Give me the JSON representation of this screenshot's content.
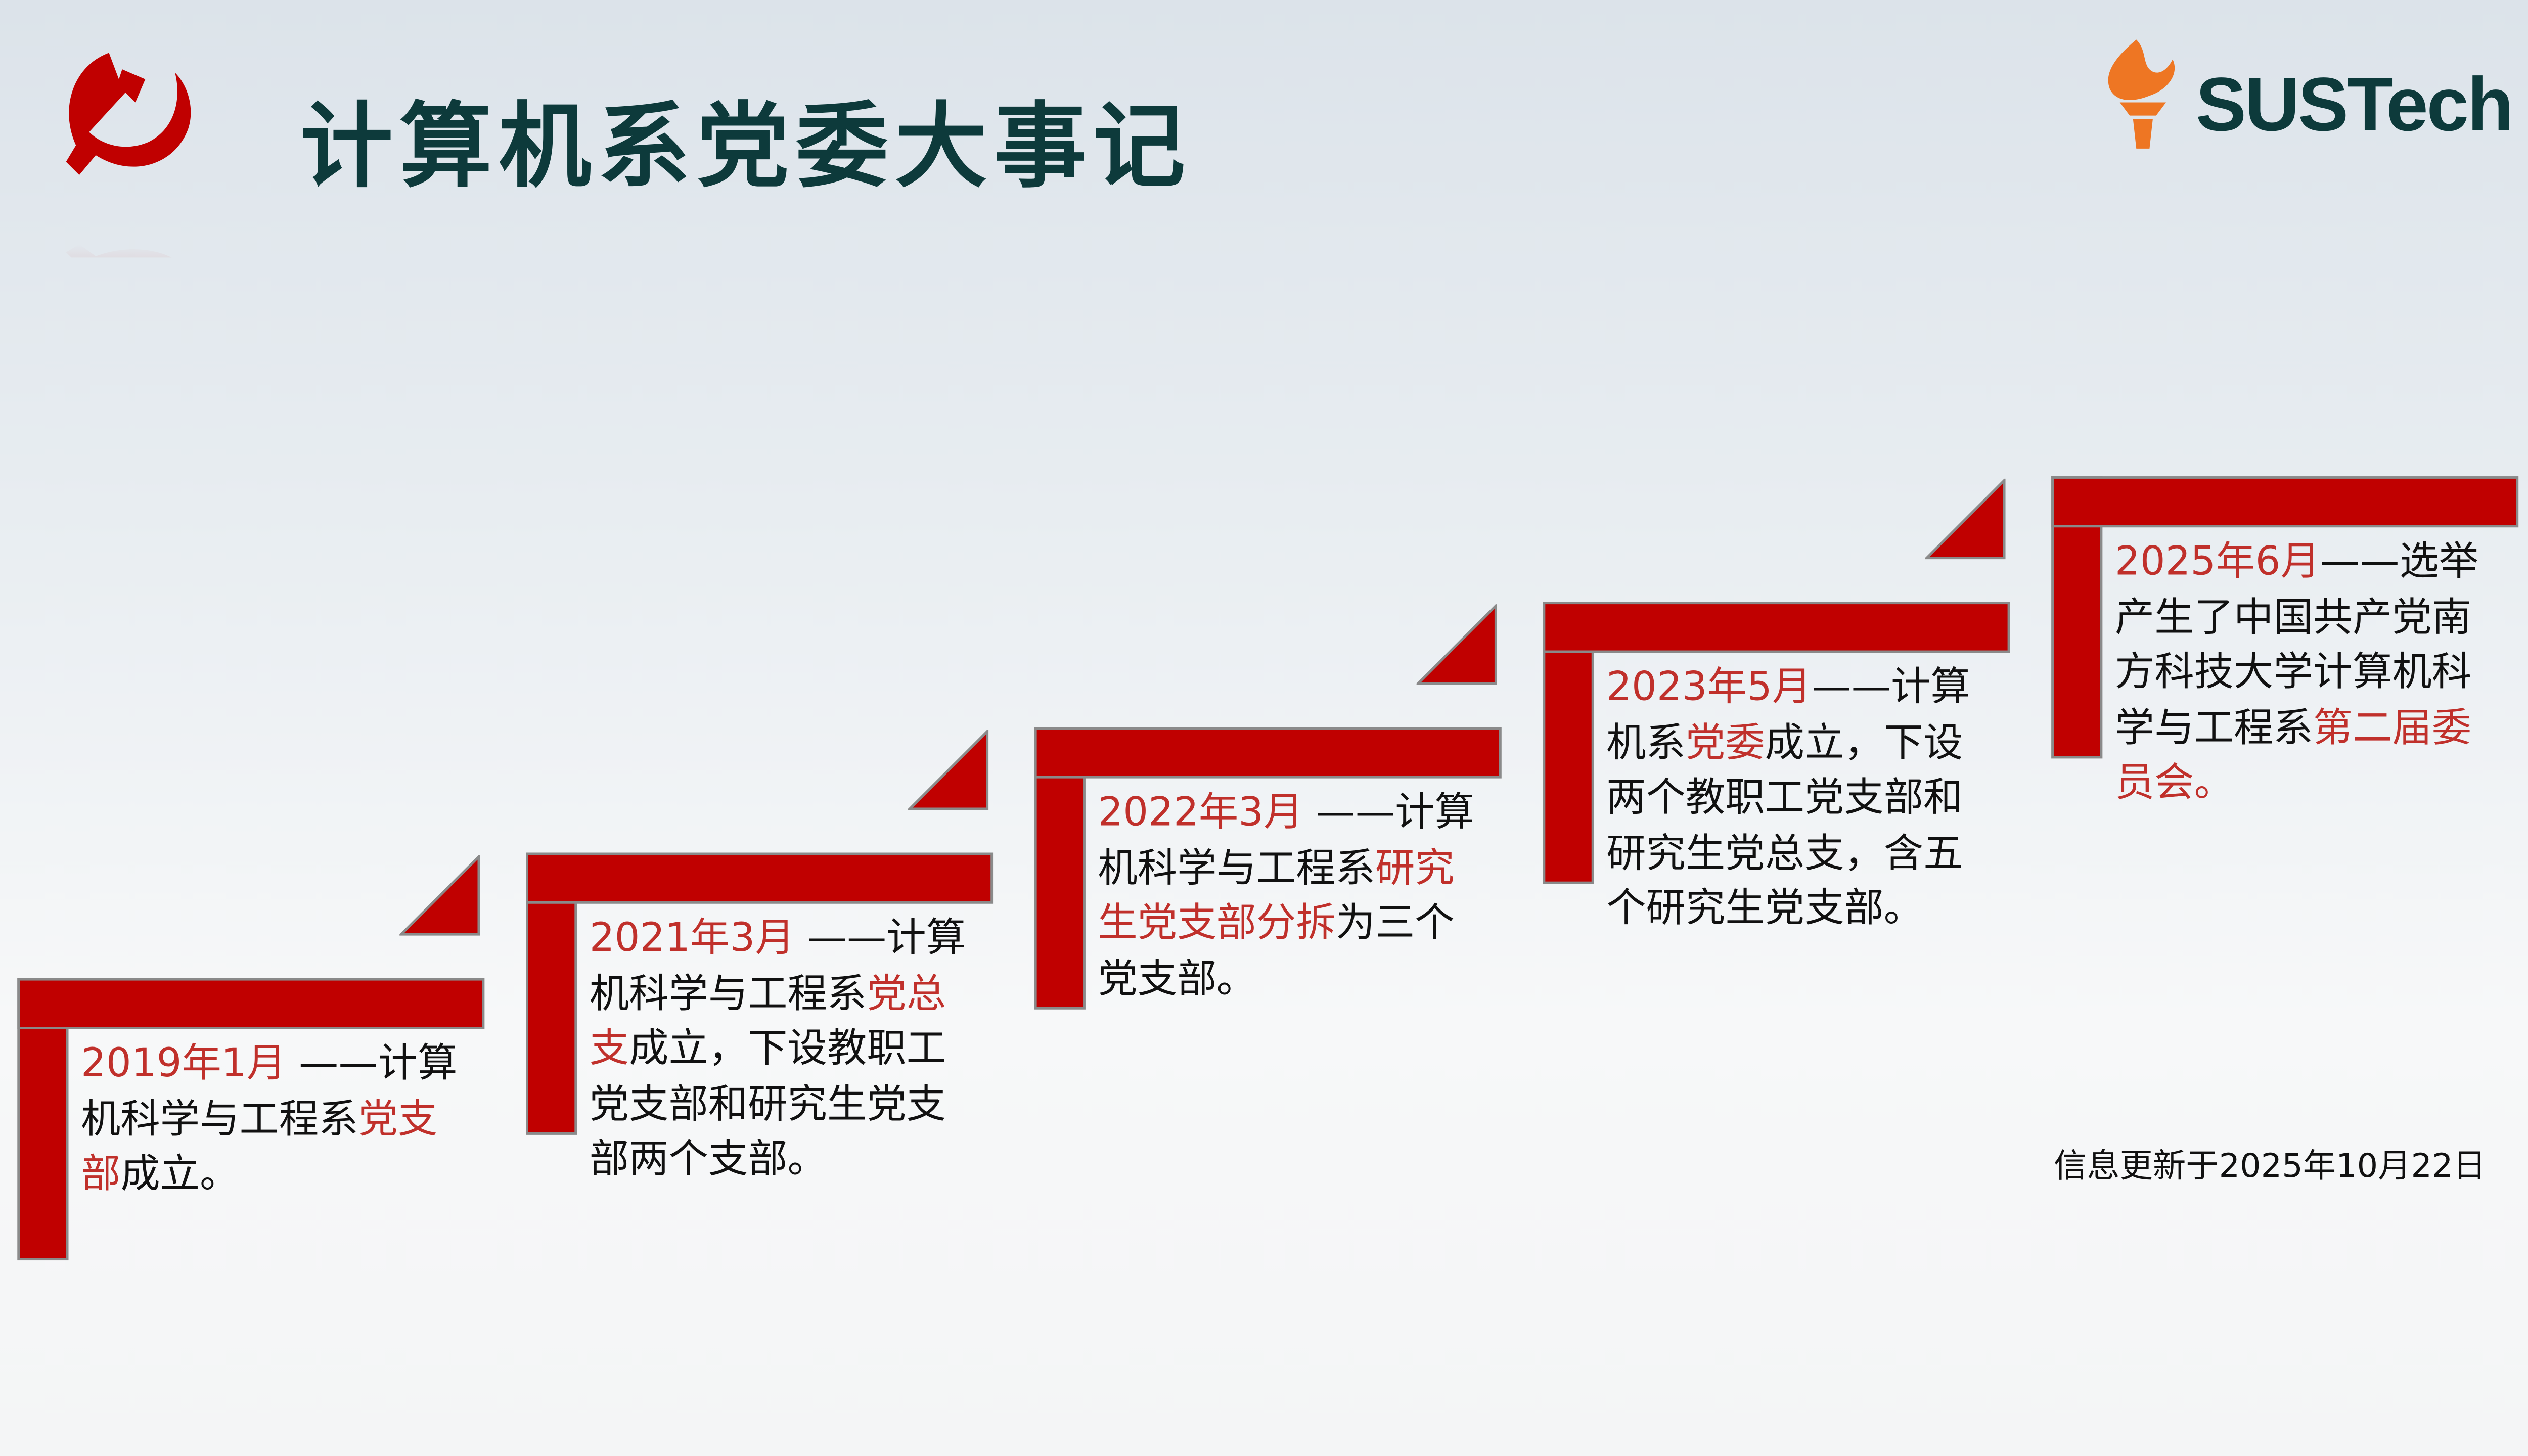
{
  "header": {
    "title": "计算机系党委大事记",
    "logo_text": "SUSTech"
  },
  "colors": {
    "accent_red": "#c00000",
    "highlight_text": "#c0302b",
    "title": "#0d3a3b",
    "logo_orange": "#ee7623"
  },
  "events": [
    {
      "date": "2019年1月",
      "segments": [
        {
          "t": " ——计算机科学与工程系",
          "h": false
        },
        {
          "t": "党支部",
          "h": true
        },
        {
          "t": "成立。",
          "h": false
        }
      ]
    },
    {
      "date": "2021年3月",
      "segments": [
        {
          "t": " ——计算机科学与工程系",
          "h": false
        },
        {
          "t": "党总支",
          "h": true
        },
        {
          "t": "成立，下设教职工党支部和研究生党支部两个支部。",
          "h": false
        }
      ]
    },
    {
      "date": "2022年3月",
      "segments": [
        {
          "t": " ——计算机科学与工程系",
          "h": false
        },
        {
          "t": "研究生党支部分拆",
          "h": true
        },
        {
          "t": "为三个党支部。",
          "h": false
        }
      ]
    },
    {
      "date": "2023年5月",
      "segments": [
        {
          "t": "——计算机系",
          "h": false
        },
        {
          "t": "党委",
          "h": true
        },
        {
          "t": "成立，下设两个教职工党支部和研究生党总支，含五个研究生党支部。",
          "h": false
        }
      ]
    },
    {
      "date": "2025年6月",
      "segments": [
        {
          "t": "——选举产生了中国共产党南方科技大学计算机科学与工程系",
          "h": false
        },
        {
          "t": "第二届委员会。",
          "h": true
        }
      ]
    }
  ],
  "footer": {
    "updated": "信息更新于2025年10月22日"
  }
}
